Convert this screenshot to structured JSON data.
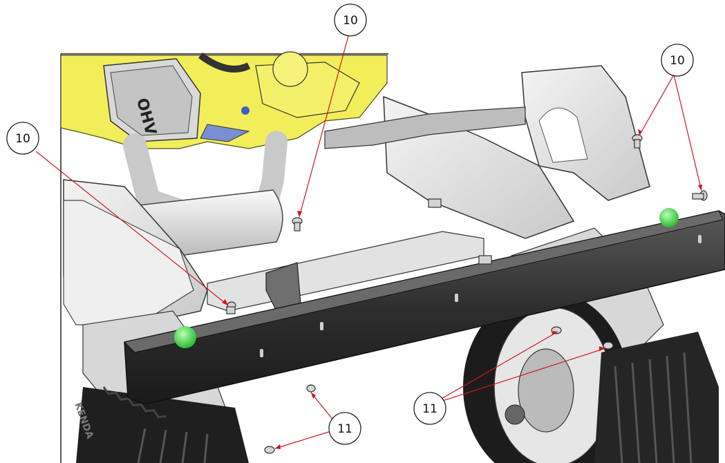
{
  "callouts": [
    {
      "label": "10"
    },
    {
      "label": "10"
    },
    {
      "label": "10"
    },
    {
      "label": "11"
    },
    {
      "label": "11"
    }
  ],
  "engine_decal": {
    "text": "OHV"
  },
  "wheel_text": {
    "text": "KENDA"
  },
  "colors": {
    "leader": "#d2141e",
    "frame_light": "#e9e9e9",
    "frame_dark": "#3a3a3a",
    "engine_yellow": "#f2ee5a",
    "marker_green": "#39d33f",
    "tire": "#1c1c1c"
  }
}
